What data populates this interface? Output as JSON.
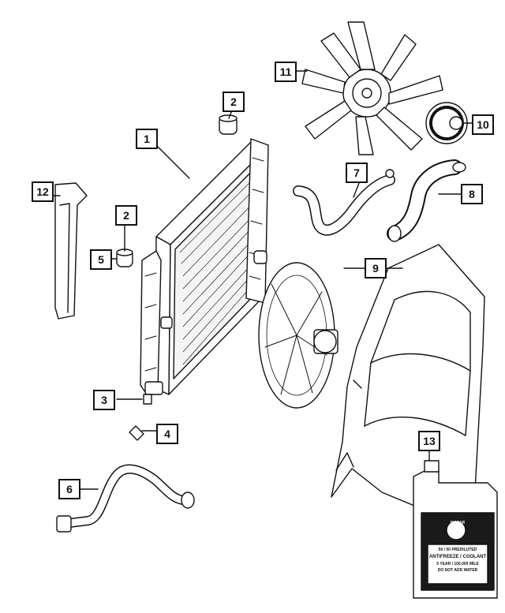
{
  "callouts": {
    "c1": "1",
    "c2a": "2",
    "c2b": "2",
    "c3": "3",
    "c4": "4",
    "c5": "5",
    "c6": "6",
    "c7": "7",
    "c8": "8",
    "c9": "9",
    "c10": "10",
    "c11": "11",
    "c12": "12",
    "c13": "13"
  },
  "jug": {
    "brand": "MOPAR",
    "line1": "50 / 50 PREDILUTED",
    "line2": "ANTIFREEZE / COOLANT",
    "line3": "5 YEAR / 100,000 MILE",
    "line4": "DO NOT ADD WATER"
  }
}
